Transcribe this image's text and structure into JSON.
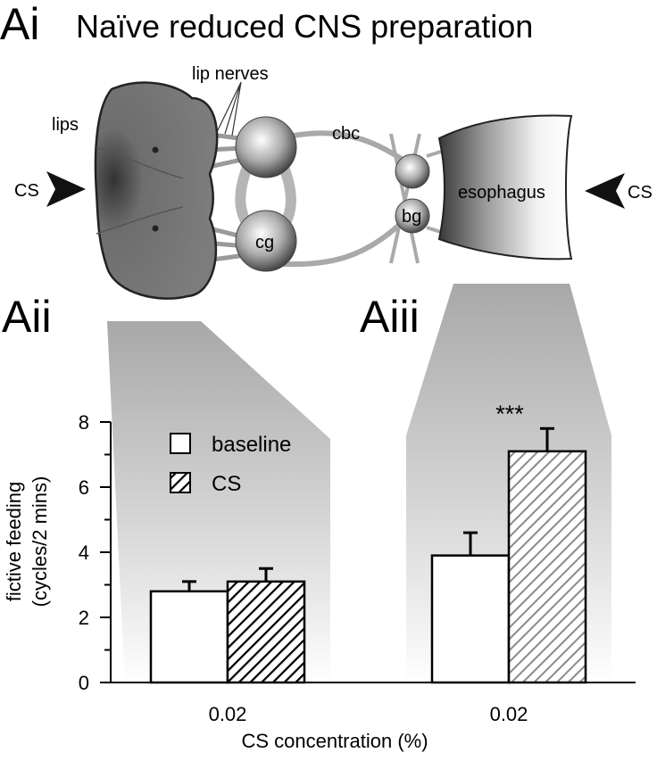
{
  "figure": {
    "panel_ai": "Ai",
    "title": "Naïve reduced CNS preparation",
    "panel_aii": "Aii",
    "panel_aiii": "Aiii",
    "labels": {
      "lip_nerves": "lip nerves",
      "lips": "lips",
      "cbc": "cbc",
      "cs_left": "CS",
      "cs_right": "CS",
      "esophagus": "esophagus",
      "bg": "bg",
      "cg": "cg"
    },
    "colors": {
      "bar_cs": "#ffffff",
      "hatch": "#000000",
      "shade": "#9a9a9a"
    }
  },
  "chart_data": {
    "type": "bar",
    "ylabel_line1": "fictive feeding",
    "ylabel_line2": "(cycles/2 mins)",
    "xlabel": "CS concentration (%)",
    "categories": [
      "0.02",
      "0.02"
    ],
    "ylim": [
      0,
      8
    ],
    "yticks": [
      0,
      2,
      4,
      6,
      8
    ],
    "series": [
      {
        "name": "baseline",
        "values": [
          2.8,
          3.9
        ],
        "errors": [
          0.3,
          0.7
        ],
        "fill": "white"
      },
      {
        "name": "CS",
        "values": [
          3.1,
          7.1
        ],
        "errors": [
          0.4,
          0.7
        ],
        "fill": "hatched"
      }
    ],
    "annotations": [
      {
        "text": "***",
        "group": 1
      }
    ]
  }
}
